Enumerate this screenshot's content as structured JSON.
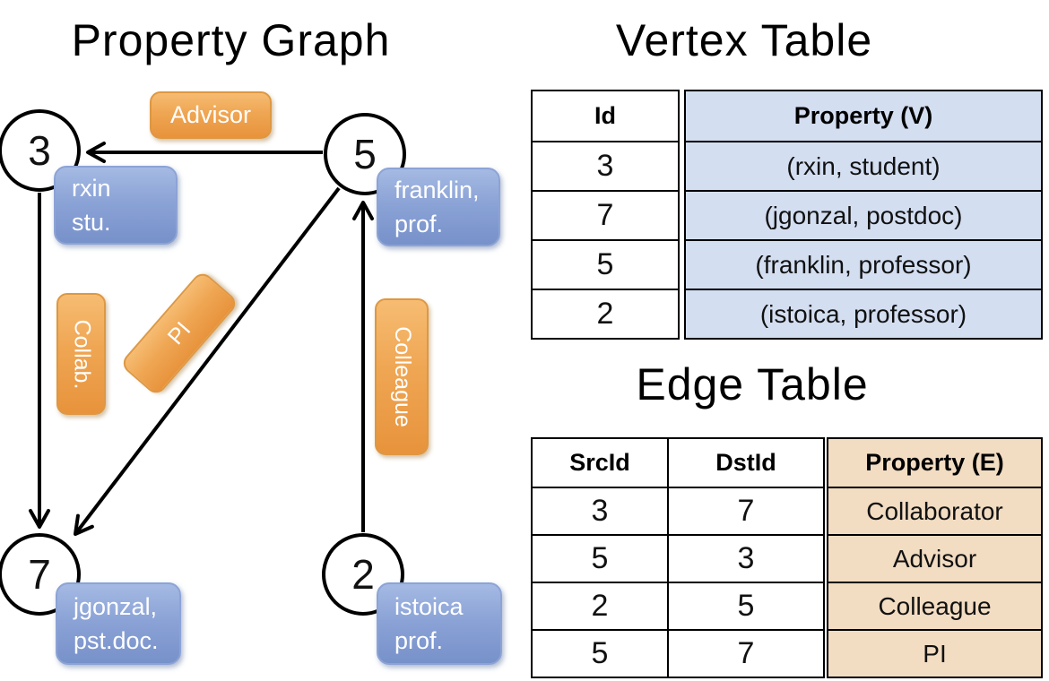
{
  "titles": {
    "graph": "Property Graph",
    "vertex": "Vertex Table",
    "edge": "Edge Table"
  },
  "graph": {
    "nodes": [
      {
        "id": "3",
        "line1": "rxin",
        "line2": "stu."
      },
      {
        "id": "5",
        "line1": "franklin,",
        "line2": "prof."
      },
      {
        "id": "7",
        "line1": "jgonzal,",
        "line2": "pst.doc."
      },
      {
        "id": "2",
        "line1": "istoica",
        "line2": "prof."
      }
    ],
    "edge_labels": {
      "advisor": "Advisor",
      "collab": "Collab.",
      "pi": "PI",
      "colleague": "Colleague"
    },
    "edges": [
      {
        "from": "5",
        "to": "3",
        "label": "Advisor"
      },
      {
        "from": "3",
        "to": "7",
        "label": "Collab."
      },
      {
        "from": "5",
        "to": "7",
        "label": "PI"
      },
      {
        "from": "2",
        "to": "5",
        "label": "Colleague"
      }
    ]
  },
  "vertex_table": {
    "headers": {
      "id": "Id",
      "property": "Property (V)"
    },
    "rows": [
      {
        "id": "3",
        "property": "(rxin, student)"
      },
      {
        "id": "7",
        "property": "(jgonzal, postdoc)"
      },
      {
        "id": "5",
        "property": "(franklin, professor)"
      },
      {
        "id": "2",
        "property": "(istoica, professor)"
      }
    ]
  },
  "edge_table": {
    "headers": {
      "src": "SrcId",
      "dst": "DstId",
      "property": "Property (E)"
    },
    "rows": [
      {
        "src": "3",
        "dst": "7",
        "property": "Collaborator"
      },
      {
        "src": "5",
        "dst": "3",
        "property": "Advisor"
      },
      {
        "src": "2",
        "dst": "5",
        "property": "Colleague"
      },
      {
        "src": "5",
        "dst": "7",
        "property": "PI"
      }
    ]
  },
  "colors": {
    "edge_label_fill": "#EFA14A",
    "node_label_fill": "#87A0D3",
    "vertex_table_fill": "#D3DEF1",
    "edge_table_fill": "#F2DCC2",
    "line_color": "#000000"
  }
}
